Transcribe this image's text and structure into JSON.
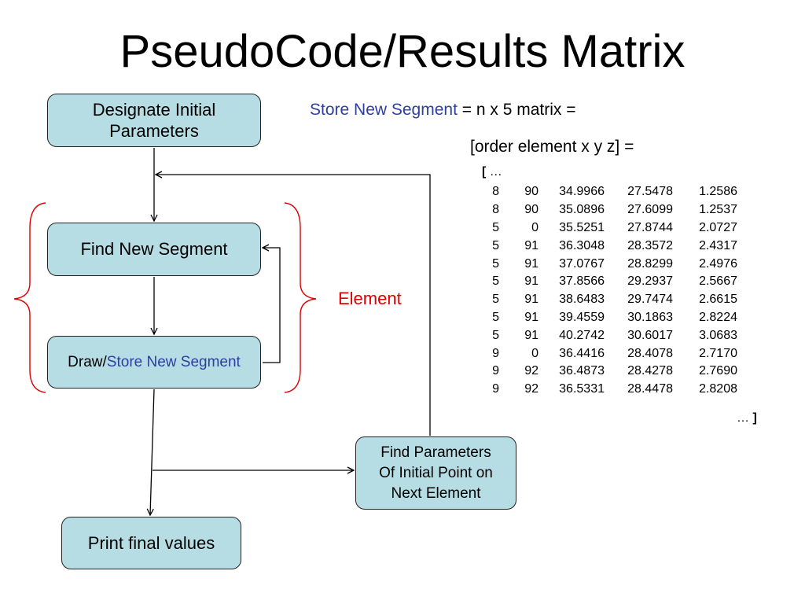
{
  "slide": {
    "title": "PseudoCode/Results Matrix"
  },
  "flowchart": {
    "designate": {
      "line1": "Designate Initial",
      "line2": "Parameters"
    },
    "find_segment": "Find New Segment",
    "draw_store": {
      "prefix": "Draw/",
      "highlight": "Store New Segment"
    },
    "find_params": {
      "line1": "Find Parameters",
      "line2": "Of Initial Point on",
      "line3": "Next Element"
    },
    "print_final": "Print final values",
    "element_label": "Element"
  },
  "equation": {
    "term": "Store New Segment",
    "rest": " = n x 5 matrix =",
    "vector": "[order element x y z] ="
  },
  "matrix": {
    "open_bracket": "[",
    "open_ellipsis": " …",
    "close_ellipsis": "… ",
    "close_bracket": "]",
    "rows": [
      [
        "8",
        "90",
        "34.9966",
        "27.5478",
        "1.2586"
      ],
      [
        "8",
        "90",
        "35.0896",
        "27.6099",
        "1.2537"
      ],
      [
        "5",
        "0",
        "35.5251",
        "27.8744",
        "2.0727"
      ],
      [
        "5",
        "91",
        "36.3048",
        "28.3572",
        "2.4317"
      ],
      [
        "5",
        "91",
        "37.0767",
        "28.8299",
        "2.4976"
      ],
      [
        "5",
        "91",
        "37.8566",
        "29.2937",
        "2.5667"
      ],
      [
        "5",
        "91",
        "38.6483",
        "29.7474",
        "2.6615"
      ],
      [
        "5",
        "91",
        "39.4559",
        "30.1863",
        "2.8224"
      ],
      [
        "5",
        "91",
        "40.2742",
        "30.6017",
        "3.0683"
      ],
      [
        "9",
        "0",
        "36.4416",
        "28.4078",
        "2.7170"
      ],
      [
        "9",
        "92",
        "36.4873",
        "28.4278",
        "2.7690"
      ],
      [
        "9",
        "92",
        "36.5331",
        "28.4478",
        "2.8208"
      ]
    ]
  },
  "colors": {
    "box_fill": "#b7dde4",
    "highlight_text": "#2e3e9f",
    "element_brace": "#e00000"
  }
}
